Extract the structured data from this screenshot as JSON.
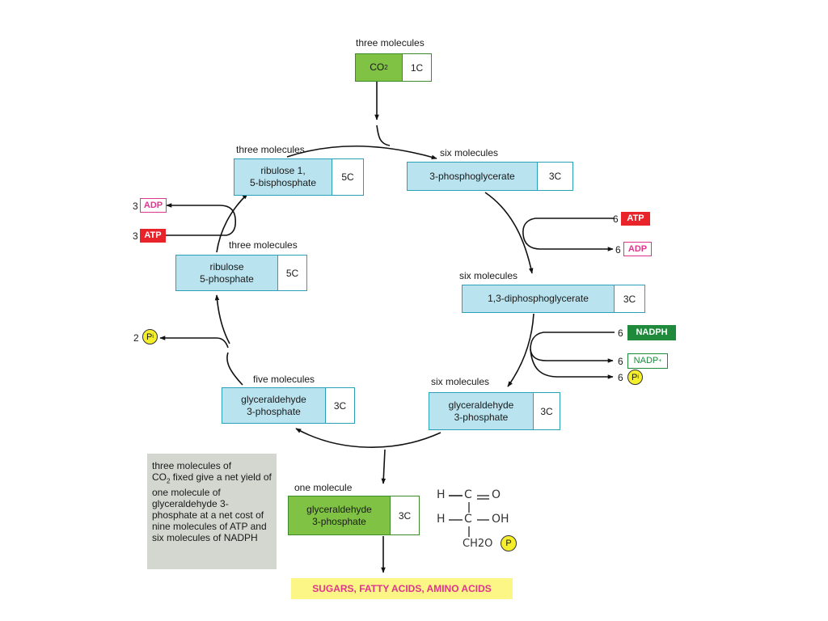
{
  "co2": {
    "caption": "three molecules",
    "formula": "CO2",
    "formula_main": "CO",
    "formula_sub": "2",
    "carbons": "1C"
  },
  "rubp": {
    "caption": "three molecules",
    "name": "ribulose 1,\n5-bisphosphate",
    "carbons": "5C"
  },
  "pga": {
    "caption": "six molecules",
    "name": "3-phosphoglycerate",
    "carbons": "3C"
  },
  "dpg": {
    "caption": "six molecules",
    "name": "1,3-diphosphoglycerate",
    "carbons": "3C"
  },
  "g3p_six": {
    "caption": "six molecules",
    "name": "glyceraldehyde\n3-phosphate",
    "carbons": "3C"
  },
  "g3p_five": {
    "caption": "five molecules",
    "name": "glyceraldehyde\n3-phosphate",
    "carbons": "3C"
  },
  "ru5p": {
    "caption": "three molecules",
    "name": "ribulose\n5-phosphate",
    "carbons": "5C"
  },
  "g3p_one": {
    "caption": "one molecule",
    "name": "glyceraldehyde\n3-phosphate",
    "carbons": "3C"
  },
  "cofactors": {
    "atp_in_6": {
      "count": "6",
      "label": "ATP"
    },
    "adp_out_6": {
      "count": "6",
      "label": "ADP"
    },
    "nadph_in_6": {
      "count": "6",
      "label": "NADPH"
    },
    "nadp_out_6": {
      "count": "6",
      "label": "NADP",
      "sup": "+"
    },
    "pi_out_6": {
      "count": "6",
      "label": "P",
      "sub": "i"
    },
    "atp_in_3": {
      "count": "3",
      "label": "ATP"
    },
    "adp_out_3": {
      "count": "3",
      "label": "ADP"
    },
    "pi_out_2": {
      "count": "2",
      "label": "P",
      "sub": "i"
    }
  },
  "note": {
    "line1": "three molecules of",
    "co2_main": "CO",
    "co2_sub": "2",
    "line2_rest": " fixed give a net yield of one molecule of glyceraldehyde 3-phosphate at a net cost of nine molecules of ATP and six molecules of NADPH"
  },
  "output": {
    "label": "SUGARS, FATTY ACIDS, AMINO ACIDS"
  },
  "structure": {
    "row1_h": "H",
    "row1_c": "C",
    "row1_o": "O",
    "row2_h": "H",
    "row2_c": "C",
    "row2_oh": "OH",
    "row3_group": "CH2O",
    "phosphate": "P"
  },
  "colors": {
    "box_fill": "#b9e3ef",
    "box_border": "#2a9fb5",
    "green_fill": "#80c243",
    "atp": "#e8232a",
    "adp": "#e0358e",
    "nadph": "#1f8a3c",
    "pi": "#f5ee2a",
    "note_bg": "#d3d7cf",
    "output_bg": "#fbf685"
  }
}
